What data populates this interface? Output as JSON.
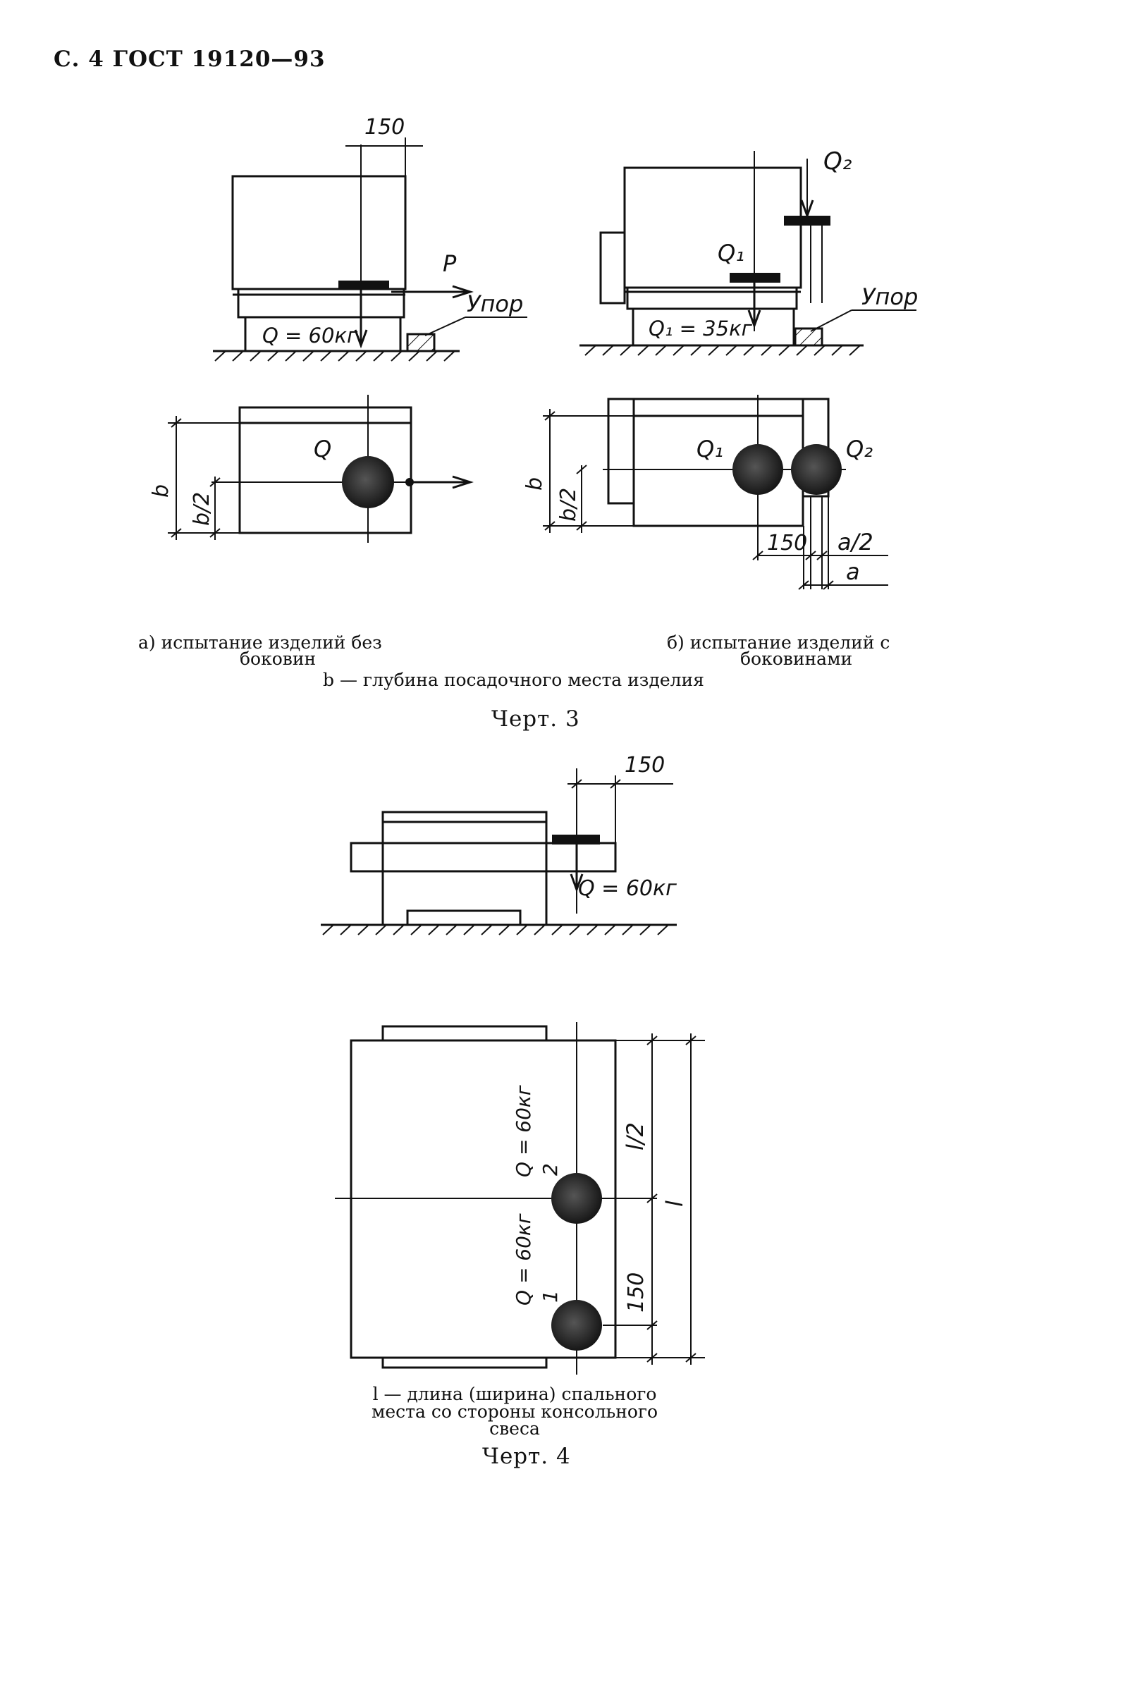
{
  "header": "С. 4 ГОСТ 19120—93",
  "figure3": {
    "a": {
      "dim_150": "150",
      "force_p": "P",
      "stop": "Упор",
      "load": "Q = 60кг",
      "q": "Q",
      "b": "b",
      "b_half": "b/2",
      "caption_line1": "а)  испытание изделий без",
      "caption_line2": "боковин"
    },
    "b": {
      "q2": "Q₂",
      "q1": "Q₁",
      "stop": "Упор",
      "load": "Q₁ = 35кг",
      "q1_plan": "Q₁",
      "q2_plan": "Q₂",
      "b": "b",
      "b_half": "b/2",
      "dim_150": "150",
      "a_half": "a/2",
      "a": "a",
      "caption_line1": "б)  испытание изделий с",
      "caption_line2": "боковинами"
    },
    "legend": "b — глубина посадочного места изделия",
    "title": "Черт. 3"
  },
  "figure4": {
    "dim_150_top": "150",
    "load_side": "Q = 60кг",
    "load_2": "Q = 60кг",
    "mark_2": "2",
    "load_1": "Q = 60кг",
    "mark_1": "1",
    "l_half": "l/2",
    "l": "l",
    "dim_150": "150",
    "legend_line1": "l — длина (ширина) спального",
    "legend_line2": "места со стороны консольного",
    "legend_line3": "свеса",
    "title": "Черт. 4"
  }
}
